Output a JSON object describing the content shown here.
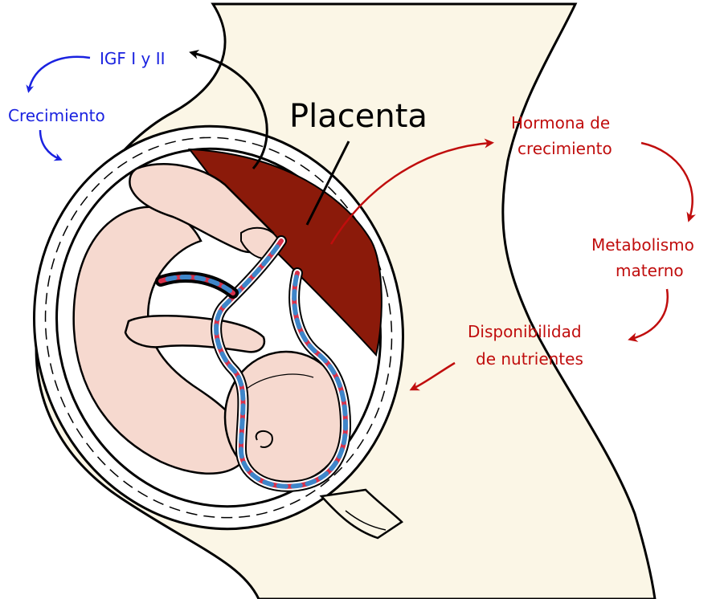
{
  "labels": {
    "igf": "IGF I y II",
    "crecimiento": "Crecimiento",
    "placenta": "Placenta",
    "hormona_l1": "Hormona de",
    "hormona_l2": "crecimiento",
    "metabolismo_l1": "Metabolismo",
    "metabolismo_l2": "materno",
    "disponibilidad_l1": "Disponibilidad",
    "disponibilidad_l2": "de nutrientes"
  },
  "colors": {
    "fetal_pathway": "#1a22e0",
    "maternal_pathway": "#c00d0d",
    "placenta": "#8b1a0a",
    "skin": "#f6d9cf",
    "body_bg": "#fbf6e6",
    "umbilical_artery": "#d8304a",
    "umbilical_vein": "#3f86c9"
  }
}
